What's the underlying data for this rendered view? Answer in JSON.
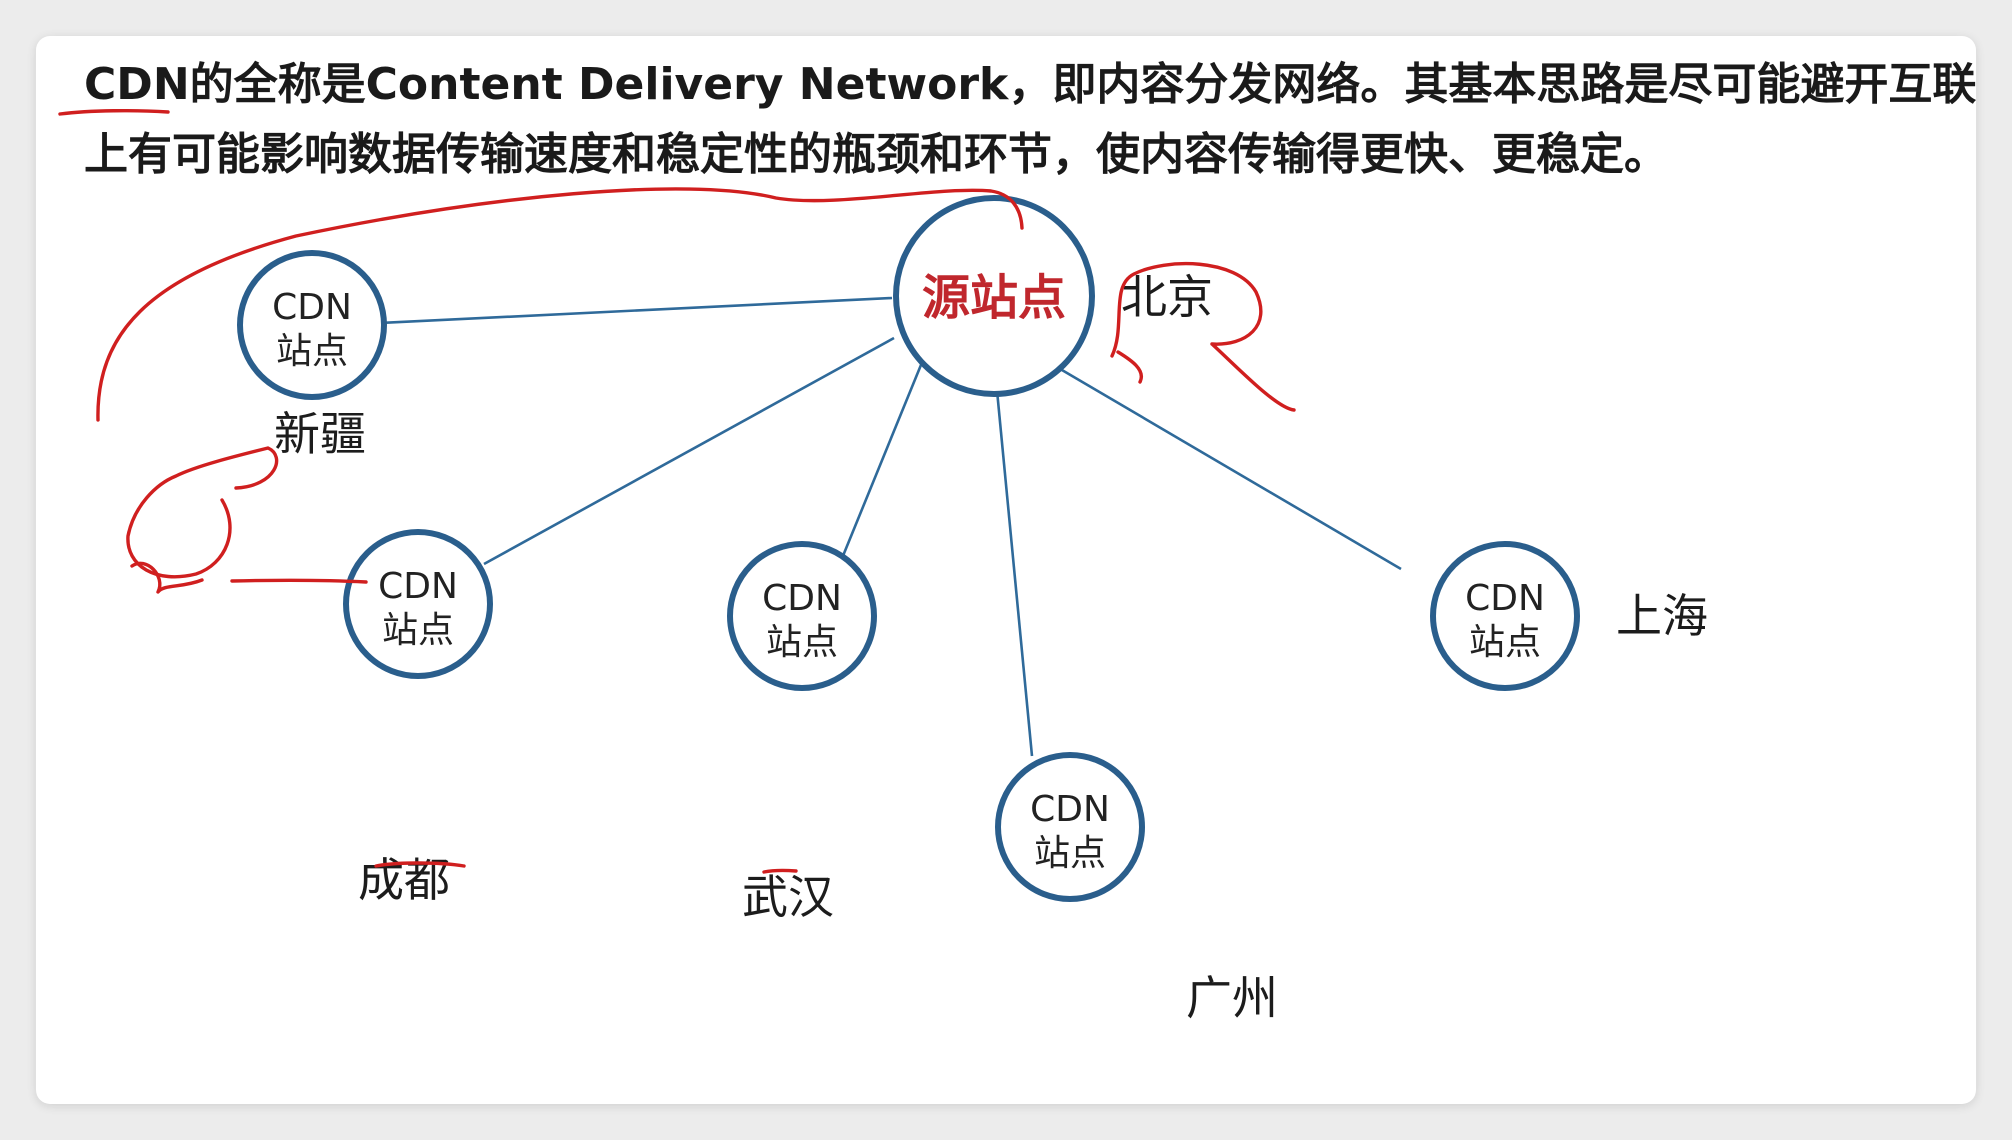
{
  "intro": {
    "line1": "CDN的全称是Content Delivery Network，即内容分发网络。其基本思路是尽可能避开互联网",
    "line2": "上有可能影响数据传输速度和稳定性的瓶颈和环节，使内容传输得更快、更稳定。"
  },
  "origin": {
    "label": "源站点",
    "city": "北京"
  },
  "nodes": [
    {
      "line1": "CDN",
      "line2": "站点",
      "city": "新疆"
    },
    {
      "line1": "CDN",
      "line2": "站点",
      "city": "成都"
    },
    {
      "line1": "CDN",
      "line2": "站点",
      "city": "武汉"
    },
    {
      "line1": "CDN",
      "line2": "站点",
      "city": "广州"
    },
    {
      "line1": "CDN",
      "line2": "站点",
      "city": "上海"
    }
  ],
  "colors": {
    "node_ring": "#2a5e8c",
    "edge": "#2f6a9a",
    "origin_label": "#c0272d",
    "annotation_ink": "#d01f1f"
  }
}
